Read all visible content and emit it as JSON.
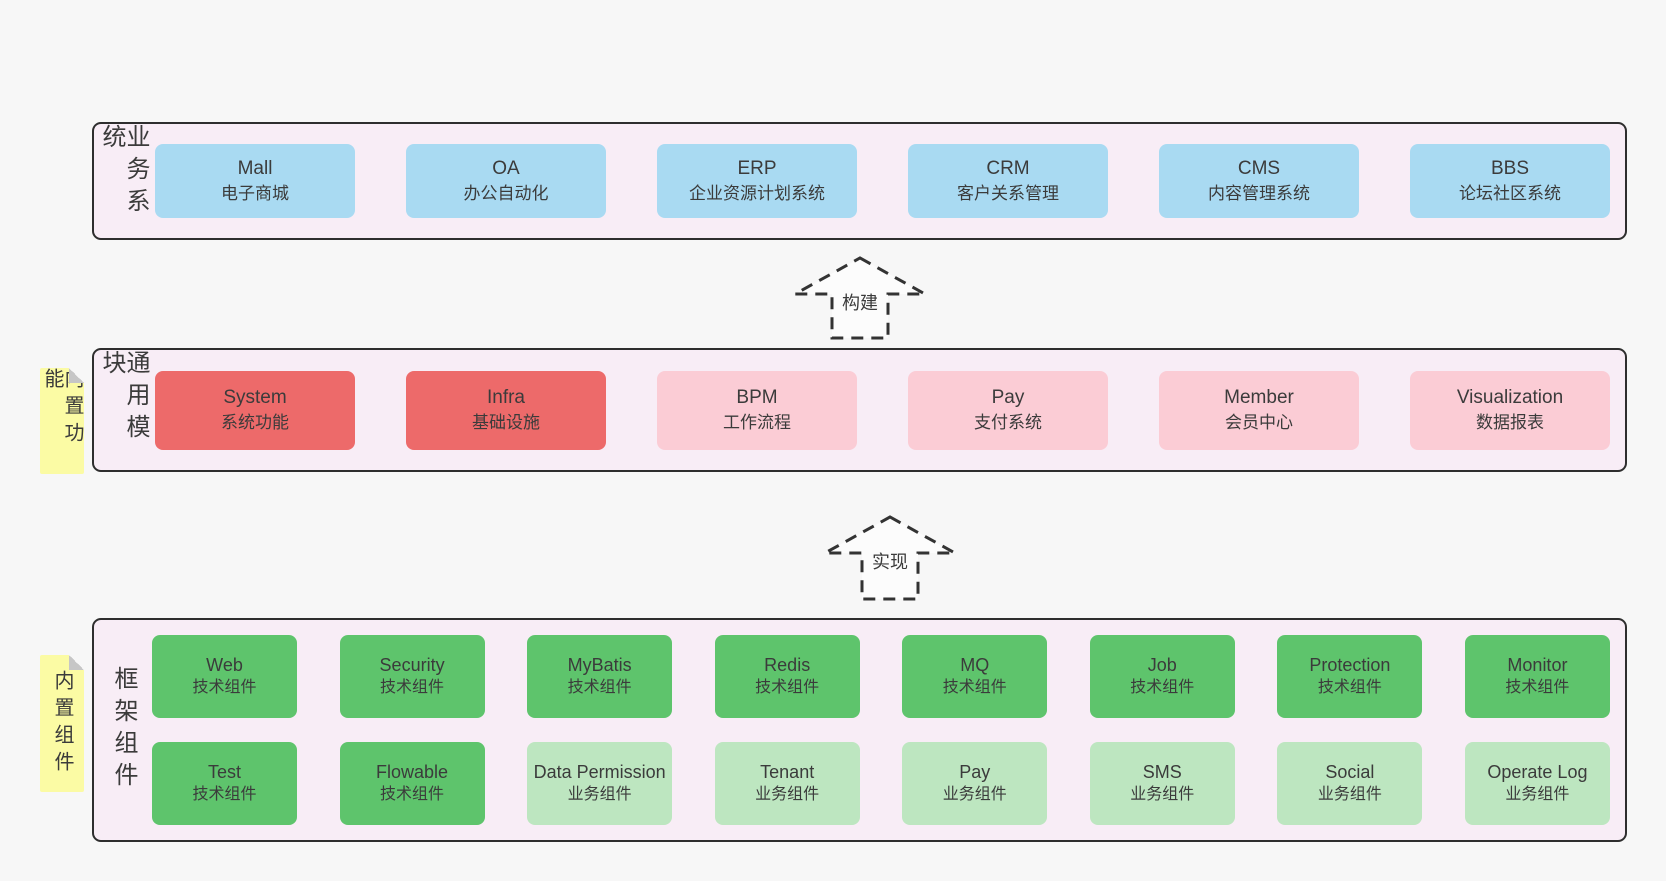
{
  "colors": {
    "page_bg": "#f7f7f7",
    "band_bg": "#f8edf6",
    "band_border": "#2e2e2e",
    "blue": "#a9daf2",
    "red": "#ed6a6a",
    "pink": "#fbccd5",
    "green": "#5ec46c",
    "light_green": "#bde6c0",
    "sticky_yellow": "#fbfba4",
    "sticky_fold": "#c6c6c6",
    "text": "#3b3b3b",
    "arrow_fill": "#fcfcfc"
  },
  "bands": {
    "business": {
      "label": "业务系统",
      "boxes": [
        {
          "name": "Mall",
          "desc": "电子商城",
          "variant": "blue"
        },
        {
          "name": "OA",
          "desc": "办公自动化",
          "variant": "blue"
        },
        {
          "name": "ERP",
          "desc": "企业资源计划系统",
          "variant": "blue"
        },
        {
          "name": "CRM",
          "desc": "客户关系管理",
          "variant": "blue"
        },
        {
          "name": "CMS",
          "desc": "内容管理系统",
          "variant": "blue"
        },
        {
          "name": "BBS",
          "desc": "论坛社区系统",
          "variant": "blue"
        }
      ]
    },
    "modules": {
      "label": "通用模块",
      "sticky": "内置功能",
      "boxes": [
        {
          "name": "System",
          "desc": "系统功能",
          "variant": "red"
        },
        {
          "name": "Infra",
          "desc": "基础设施",
          "variant": "red"
        },
        {
          "name": "BPM",
          "desc": "工作流程",
          "variant": "pink"
        },
        {
          "name": "Pay",
          "desc": "支付系统",
          "variant": "pink"
        },
        {
          "name": "Member",
          "desc": "会员中心",
          "variant": "pink"
        },
        {
          "name": "Visualization",
          "desc": "数据报表",
          "variant": "pink"
        }
      ]
    },
    "framework": {
      "label": "框架组件",
      "sticky": "内置组件",
      "rows": [
        [
          {
            "name": "Web",
            "desc": "技术组件",
            "variant": "green"
          },
          {
            "name": "Security",
            "desc": "技术组件",
            "variant": "green"
          },
          {
            "name": "MyBatis",
            "desc": "技术组件",
            "variant": "green"
          },
          {
            "name": "Redis",
            "desc": "技术组件",
            "variant": "green"
          },
          {
            "name": "MQ",
            "desc": "技术组件",
            "variant": "green"
          },
          {
            "name": "Job",
            "desc": "技术组件",
            "variant": "green"
          },
          {
            "name": "Protection",
            "desc": "技术组件",
            "variant": "green"
          },
          {
            "name": "Monitor",
            "desc": "技术组件",
            "variant": "green"
          }
        ],
        [
          {
            "name": "Test",
            "desc": "技术组件",
            "variant": "green"
          },
          {
            "name": "Flowable",
            "desc": "技术组件",
            "variant": "green"
          },
          {
            "name": "Data Permission",
            "desc": "业务组件",
            "variant": "light-green"
          },
          {
            "name": "Tenant",
            "desc": "业务组件",
            "variant": "light-green"
          },
          {
            "name": "Pay",
            "desc": "业务组件",
            "variant": "light-green"
          },
          {
            "name": "SMS",
            "desc": "业务组件",
            "variant": "light-green"
          },
          {
            "name": "Social",
            "desc": "业务组件",
            "variant": "light-green"
          },
          {
            "name": "Operate Log",
            "desc": "业务组件",
            "variant": "light-green"
          }
        ]
      ]
    }
  },
  "arrows": {
    "build": {
      "label": "构建"
    },
    "implement": {
      "label": "实现"
    }
  }
}
